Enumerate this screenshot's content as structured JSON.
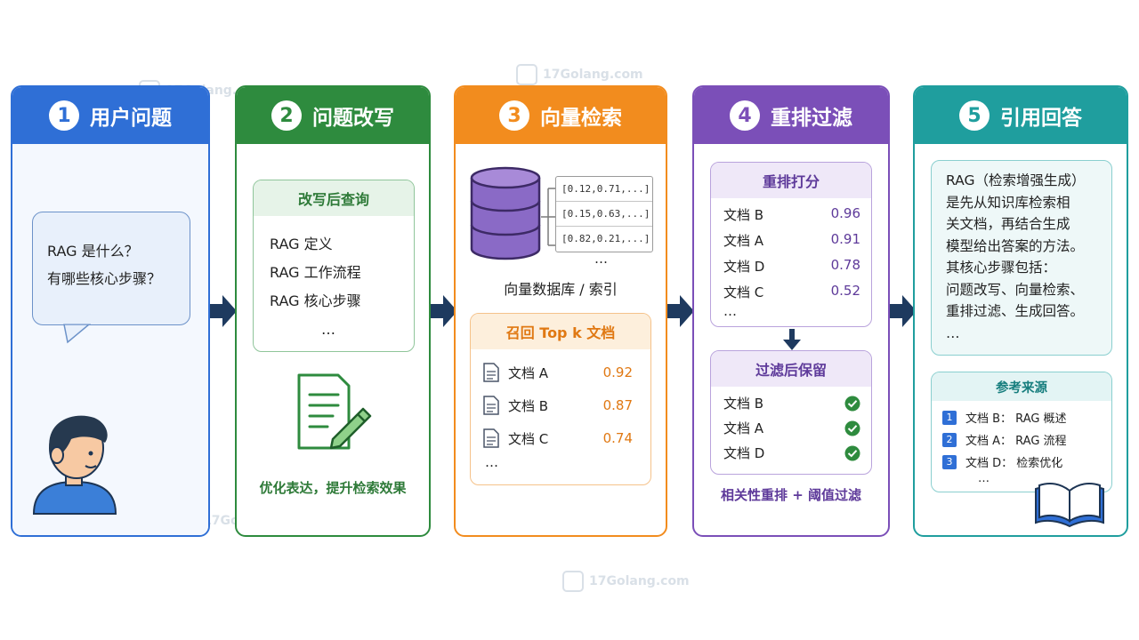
{
  "steps": [
    {
      "num": "1",
      "title": "用户问题"
    },
    {
      "num": "2",
      "title": "问题改写"
    },
    {
      "num": "3",
      "title": "向量检索"
    },
    {
      "num": "4",
      "title": "重排过滤"
    },
    {
      "num": "5",
      "title": "引用回答"
    }
  ],
  "colors": {
    "step1": "#2f6fd6",
    "step2": "#2e8b3e",
    "step3": "#f28c1e",
    "step4": "#7b4fb8",
    "step5": "#1f9e9e",
    "arrow": "#1e3a5f"
  },
  "user_question": {
    "lines": [
      "RAG 是什么？",
      "有哪些核心步骤？"
    ]
  },
  "rewrite": {
    "card_title": "改写后查询",
    "queries": [
      "RAG 定义",
      "RAG 工作流程",
      "RAG 核心步骤"
    ],
    "ellipsis": "…",
    "caption": "优化表达，提升检索效果"
  },
  "retrieval": {
    "vectors": [
      "[0.12,0.71,...]",
      "[0.15,0.63,...]",
      "[0.82,0.21,...]"
    ],
    "vector_ellipsis": "…",
    "db_label": "向量数据库 / 索引",
    "topk_title": "召回 Top k 文档",
    "docs": [
      {
        "name": "文档 A",
        "score": "0.92"
      },
      {
        "name": "文档 B",
        "score": "0.87"
      },
      {
        "name": "文档 C",
        "score": "0.74"
      }
    ],
    "ellipsis": "…"
  },
  "rerank": {
    "score_title": "重排打分",
    "scores": [
      {
        "name": "文档 B",
        "score": "0.96"
      },
      {
        "name": "文档 A",
        "score": "0.91"
      },
      {
        "name": "文档 D",
        "score": "0.78"
      },
      {
        "name": "文档 C",
        "score": "0.52"
      }
    ],
    "ellipsis": "…",
    "filter_title": "过滤后保留",
    "kept": [
      "文档 B",
      "文档 A",
      "文档 D"
    ],
    "caption": "相关性重排 + 阈值过滤"
  },
  "answer": {
    "lines": [
      "RAG（检索增强生成）",
      "是先从知识库检索相",
      "关文档，再结合生成",
      "模型给出答案的方法。",
      "其核心步骤包括：",
      "问题改写、向量检索、",
      "重排过滤、生成回答。"
    ],
    "ellipsis": "…",
    "source_title": "参考来源",
    "sources": [
      {
        "num": "1",
        "text": "文档 B： RAG 概述"
      },
      {
        "num": "2",
        "text": "文档 A： RAG 流程"
      },
      {
        "num": "3",
        "text": "文档 D： 检索优化"
      }
    ],
    "source_ellipsis": "…"
  },
  "watermark": "17Golang.com",
  "icons": [
    "person-avatar-icon",
    "document-pencil-icon",
    "database-icon",
    "file-icon",
    "check-circle-icon",
    "open-book-icon",
    "arrow-right-icon",
    "arrow-down-icon"
  ]
}
